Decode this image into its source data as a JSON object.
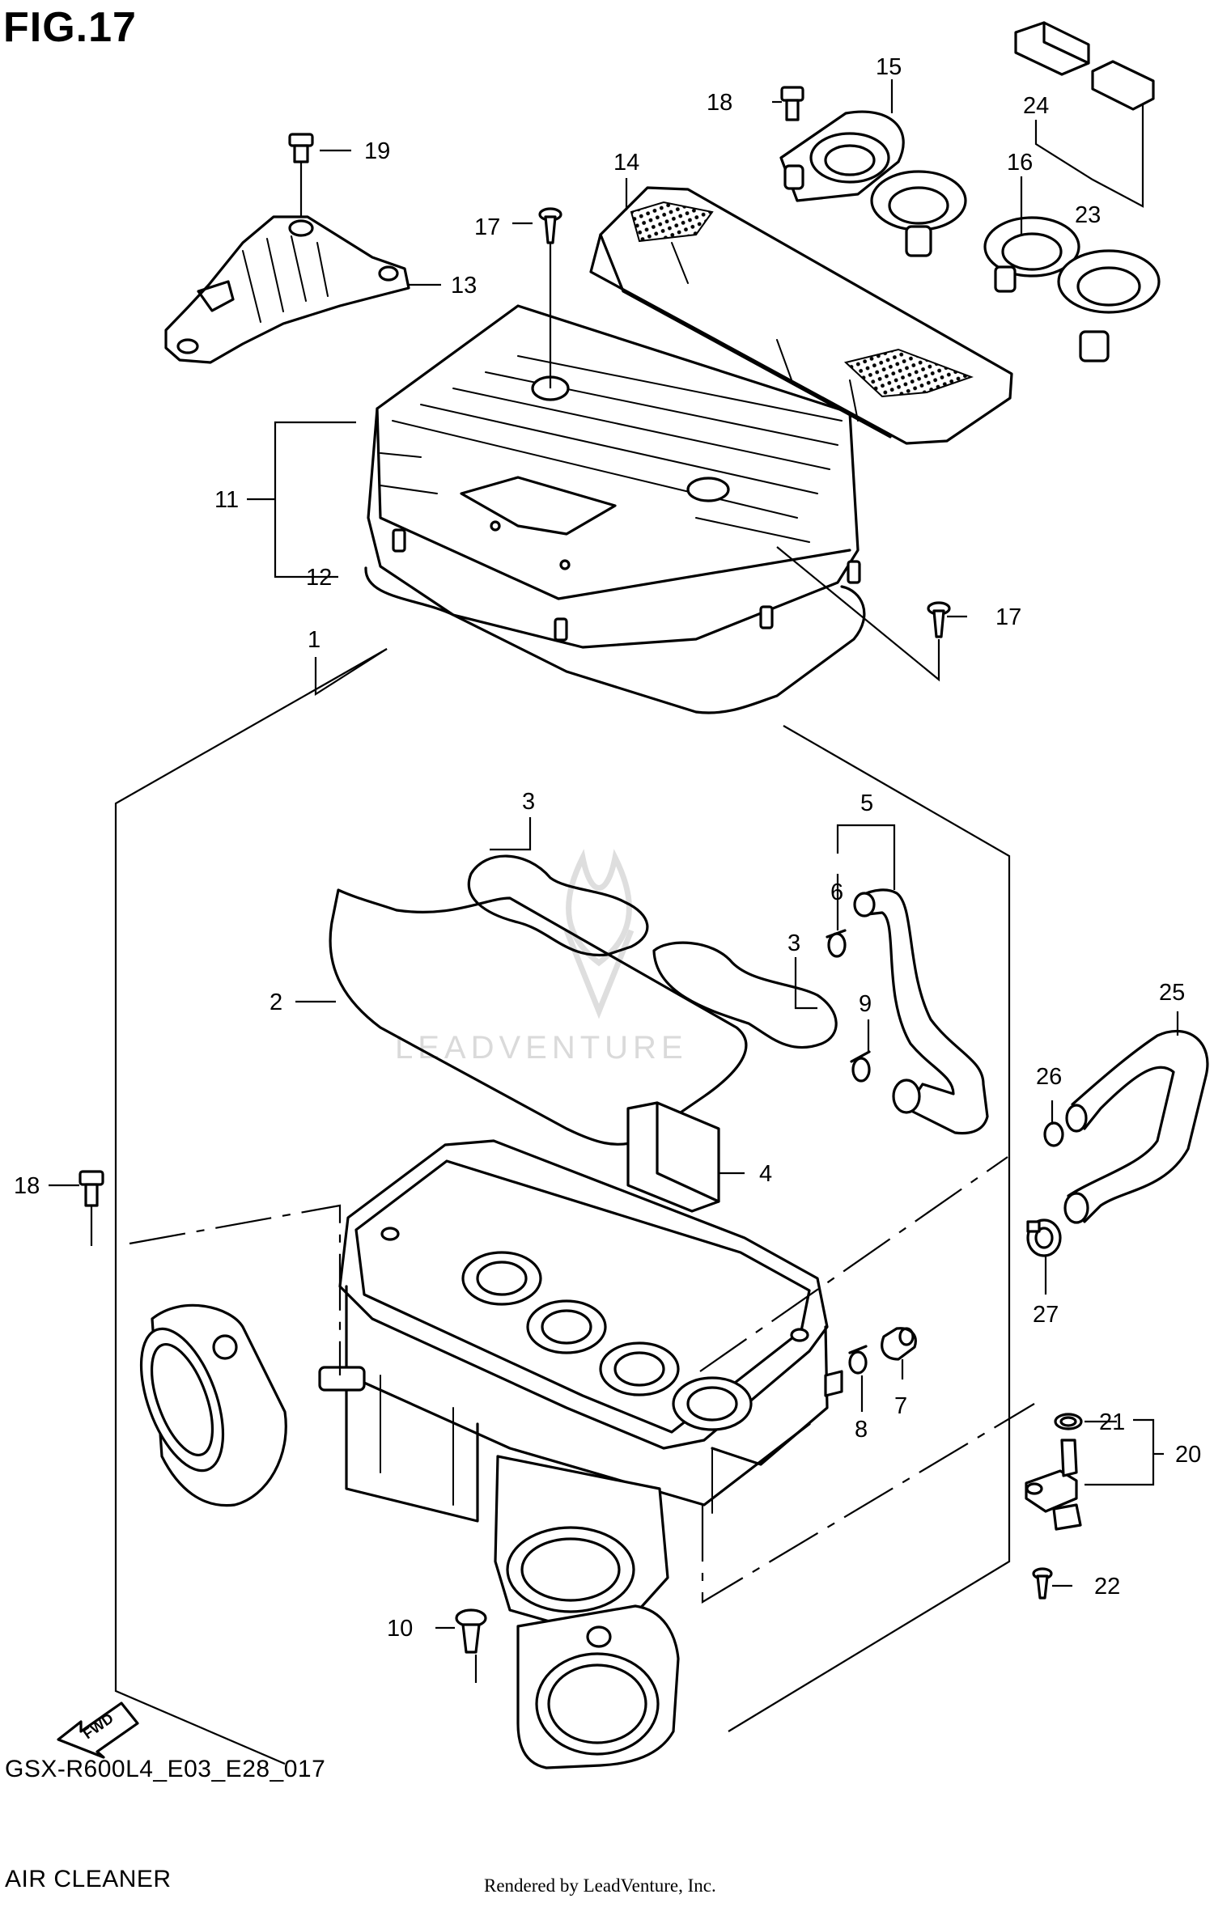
{
  "figure_title": "FIG.17",
  "model_code": "GSX-R600L4_E03_E28_017",
  "caption": "AIR CLEANER",
  "credit": "Rendered by LeadVenture, Inc.",
  "watermark": "LEADVENTURE",
  "fwd_label": "FWD",
  "callouts": {
    "c1": "1",
    "c2": "2",
    "c3a": "3",
    "c3b": "3",
    "c4": "4",
    "c5": "5",
    "c6": "6",
    "c7": "7",
    "c8": "8",
    "c9": "9",
    "c10": "10",
    "c11": "11",
    "c12": "12",
    "c13": "13",
    "c14": "14",
    "c15": "15",
    "c16": "16",
    "c17a": "17",
    "c17b": "17",
    "c18a": "18",
    "c18b": "18",
    "c19": "19",
    "c20": "20",
    "c21": "21",
    "c22": "22",
    "c23": "23",
    "c24": "24",
    "c25": "25",
    "c26": "26",
    "c27": "27"
  }
}
